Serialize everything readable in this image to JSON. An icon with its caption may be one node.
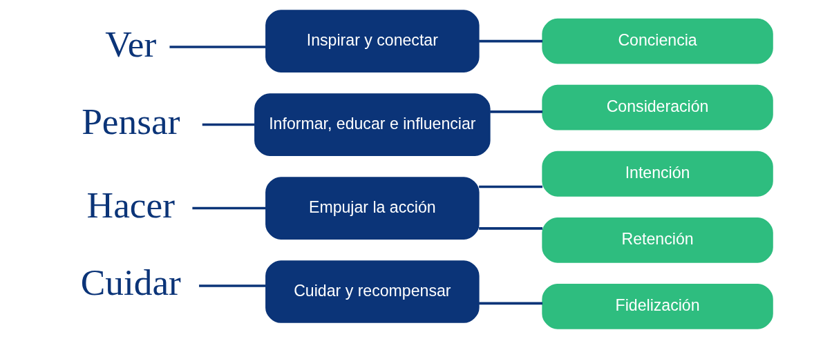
{
  "diagram": {
    "nodes": [
      {
        "text": [
          "Ver"
        ]
      },
      {
        "text": [
          "Inspirar y conectar"
        ]
      },
      {
        "text": [
          "Conciencia"
        ]
      },
      {
        "text": [
          "Pensar"
        ]
      },
      {
        "text": [
          "Informar, educar e influenciar"
        ]
      },
      {
        "text": [
          "Consideración"
        ]
      },
      {
        "text": [
          "Hacer"
        ]
      },
      {
        "text": [
          "Empujar la acción"
        ]
      },
      {
        "text": [
          "Intención"
        ]
      },
      {
        "text": [
          "Retención"
        ]
      },
      {
        "text": [
          "Cuidar"
        ]
      },
      {
        "text": [
          "Cuidar y recompensar"
        ]
      },
      {
        "text": [
          "Fidelización"
        ]
      }
    ],
    "edges": [
      {
        "from": 0,
        "to": 1,
        "arrow": "none"
      },
      {
        "from": 1,
        "to": 2,
        "arrow": "none"
      },
      {
        "from": 3,
        "to": 4,
        "arrow": "none"
      },
      {
        "from": 4,
        "to": 5,
        "arrow": "none"
      },
      {
        "from": 6,
        "to": 7,
        "arrow": "none"
      },
      {
        "from": 7,
        "to": 8,
        "arrow": "none"
      },
      {
        "from": 7,
        "to": 9,
        "arrow": "none"
      },
      {
        "from": 10,
        "to": 11,
        "arrow": "none"
      },
      {
        "from": 11,
        "to": 12,
        "arrow": "none"
      }
    ]
  }
}
